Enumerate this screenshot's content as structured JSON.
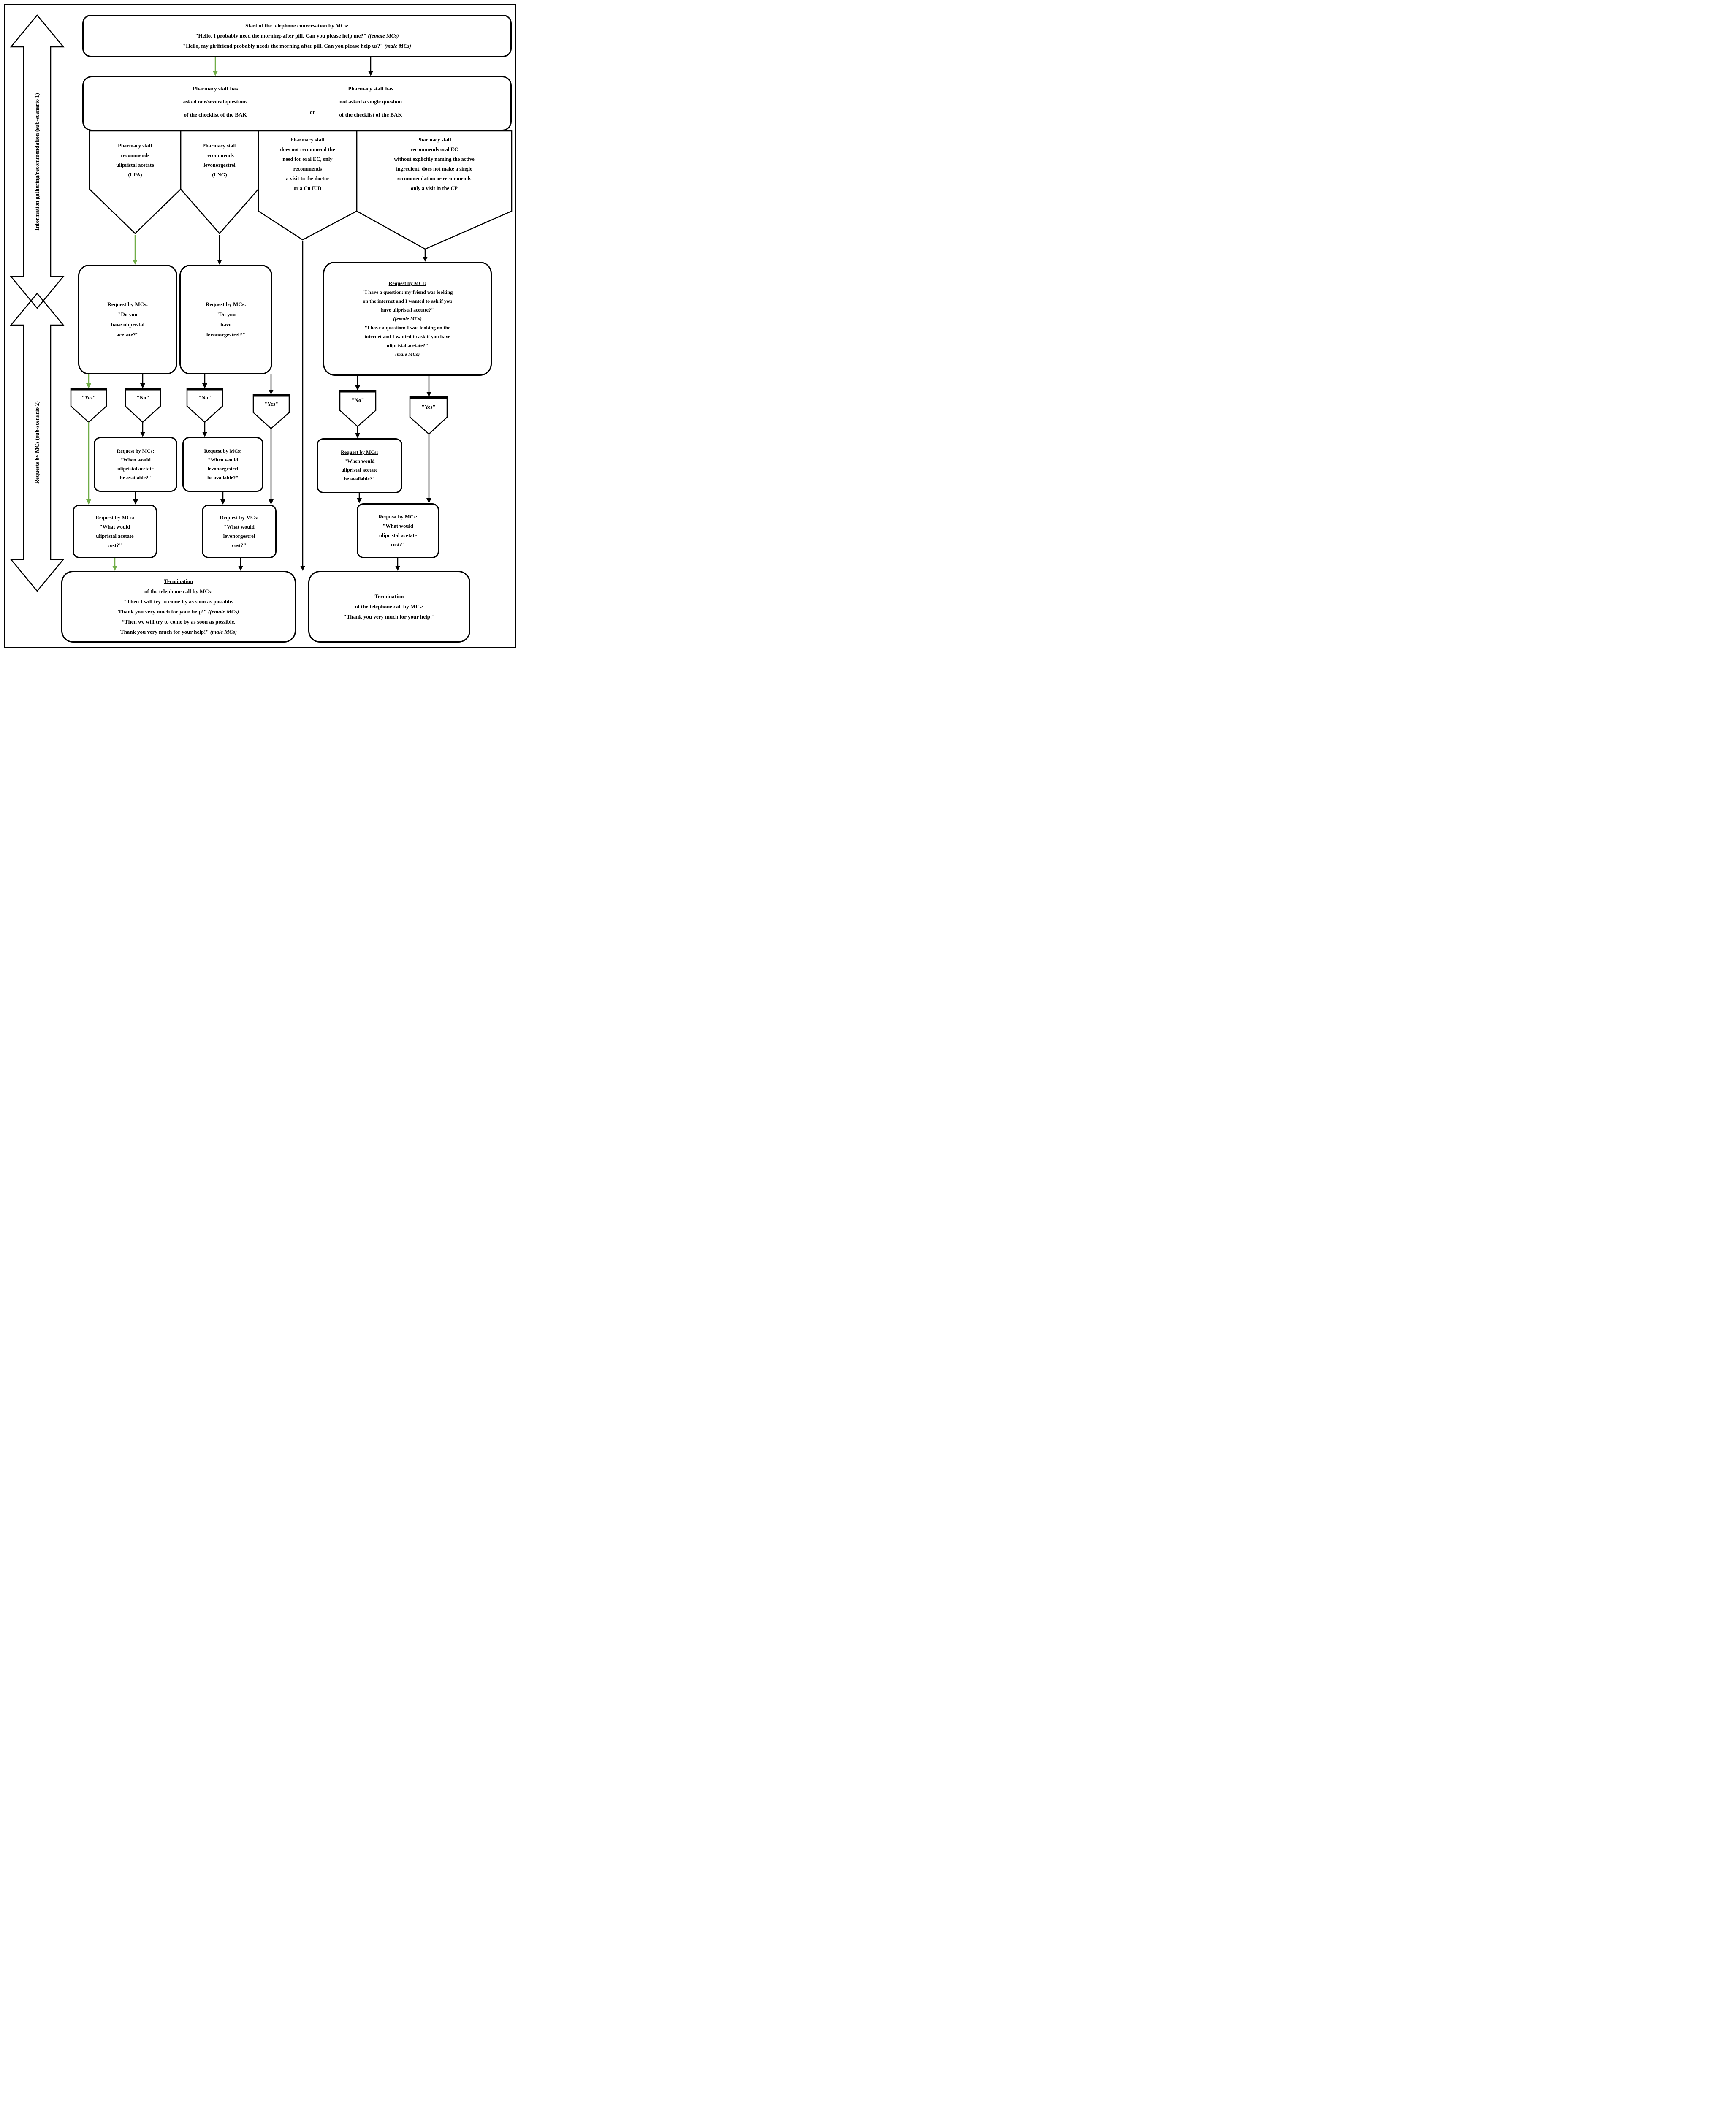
{
  "figure": {
    "type": "flowchart",
    "colors": {
      "accent_green": "#70ad47",
      "line_black": "#000000"
    }
  },
  "sidebar": {
    "scenario1": "Information gathering/recommendation (sub-scenario 1)",
    "scenario2": "Requests by MCs (sub-scenario 2)"
  },
  "start_box": {
    "title": "Start of the telephone conversation by MCs:",
    "q_female": "\"Hello, I probably need the morning-after pill. Can you please help me?\"",
    "tag_female": "(female MCs)",
    "q_male": "\"Hello, my girlfriend probably needs the morning after pill. Can you please help us?\"",
    "tag_male": "(male MCs)"
  },
  "checklist_box": {
    "left": "Pharmacy staff has\nasked one/several questions\nof the checklist of the BAK",
    "or": "or",
    "right": "Pharmacy staff has\nnot asked a single question\nof the checklist of the BAK"
  },
  "branches": [
    {
      "text": "Pharmacy staff\nrecommends\nulipristal acetate\n(UPA)"
    },
    {
      "text": "Pharmacy staff\nrecommends\nlevonorgestrel\n(LNG)"
    },
    {
      "text": "Pharmacy staff\ndoes not recommend the\nneed for oral EC, only\nrecommends\na visit to the doctor\nor a Cu IUD"
    },
    {
      "text": "Pharmacy staff\nrecommends oral EC\nwithout explicitly naming the active\ningredient, does not make a single\nrecommendation or recommends\nonly a visit in the CP"
    }
  ],
  "request_upa": {
    "title": "Request by MCs:",
    "body": "\"Do you\nhave ulipristal\nacetate?\""
  },
  "request_lng": {
    "title": "Request by MCs:",
    "body": "\"Do you\nhave\nlevonorgestrel?\""
  },
  "request_internet": {
    "title": "Request by MCs:",
    "q_female": "\"I have a question: my friend was looking\non the internet and I wanted to ask if you\nhave ulipristal acetate?\"",
    "tag_female": "(female MCs)",
    "q_male": "\"I have a question: I was looking on the\ninternet and I wanted to ask if you have\nulipristal acetate?\"",
    "tag_male": "(male MCs)"
  },
  "pentagons": [
    "\"Yes\"",
    "\"No\"",
    "\"No\"",
    "\"Yes\"",
    "\"No\"",
    "\"Yes\""
  ],
  "available_upa": {
    "title": "Request by MCs:",
    "body": "\"When would\nulipristal acetate\nbe available?\""
  },
  "available_lng": {
    "title": "Request by MCs:",
    "body": "\"When would\nlevonorgestrel\nbe available?\""
  },
  "available_upa_right": {
    "title": "Request by MCs:",
    "body": "\"When would\nulipristal acetate\nbe available?\""
  },
  "cost_upa": {
    "title": "Request by MCs:",
    "body": "\"What would\nulipristal acetate\ncost?\""
  },
  "cost_lng": {
    "title": "Request by MCs:",
    "body": "\"What would\nlevonorgestrel\ncost?\""
  },
  "cost_upa_right": {
    "title": "Request by MCs:",
    "body": "\"What would\nulipristal acetate\ncost?\""
  },
  "termination_left": {
    "title1": "Termination",
    "title2": "of the telephone call by MCs:",
    "q1_line1": "\"Then I will try to come by as soon as possible.",
    "q1_line2": "Thank you very much for your help!\"",
    "tag1": "(female MCs)",
    "q2_line1": "“Then we will try to come by as soon as possible.",
    "q2_line2": "Thank you very much for your help!\"",
    "tag2": "(male MCs)"
  },
  "termination_right": {
    "title1": "Termination",
    "title2": "of the telephone call by MCs:",
    "q": "\"Thank you very much for your help!\""
  }
}
